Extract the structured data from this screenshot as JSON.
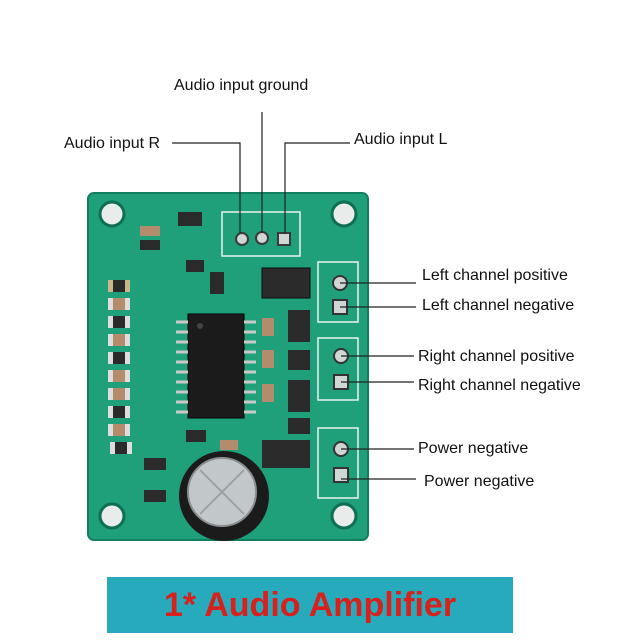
{
  "labels": {
    "audio_input_ground": "Audio input ground",
    "audio_input_r": "Audio input R",
    "audio_input_l": "Audio input L",
    "left_channel_positive": "Left channel positive",
    "left_channel_negative": "Left channel negative",
    "right_channel_positive": "Right channel positive",
    "right_channel_negative": "Right channel negative",
    "power_negative_1": "Power negative",
    "power_negative_2": "Power negative"
  },
  "banner": {
    "text": "1* Audio Amplifier"
  },
  "colors": {
    "pcb": "#1fa07a",
    "banner_bg": "#27aabc",
    "banner_text": "#d8201c"
  }
}
